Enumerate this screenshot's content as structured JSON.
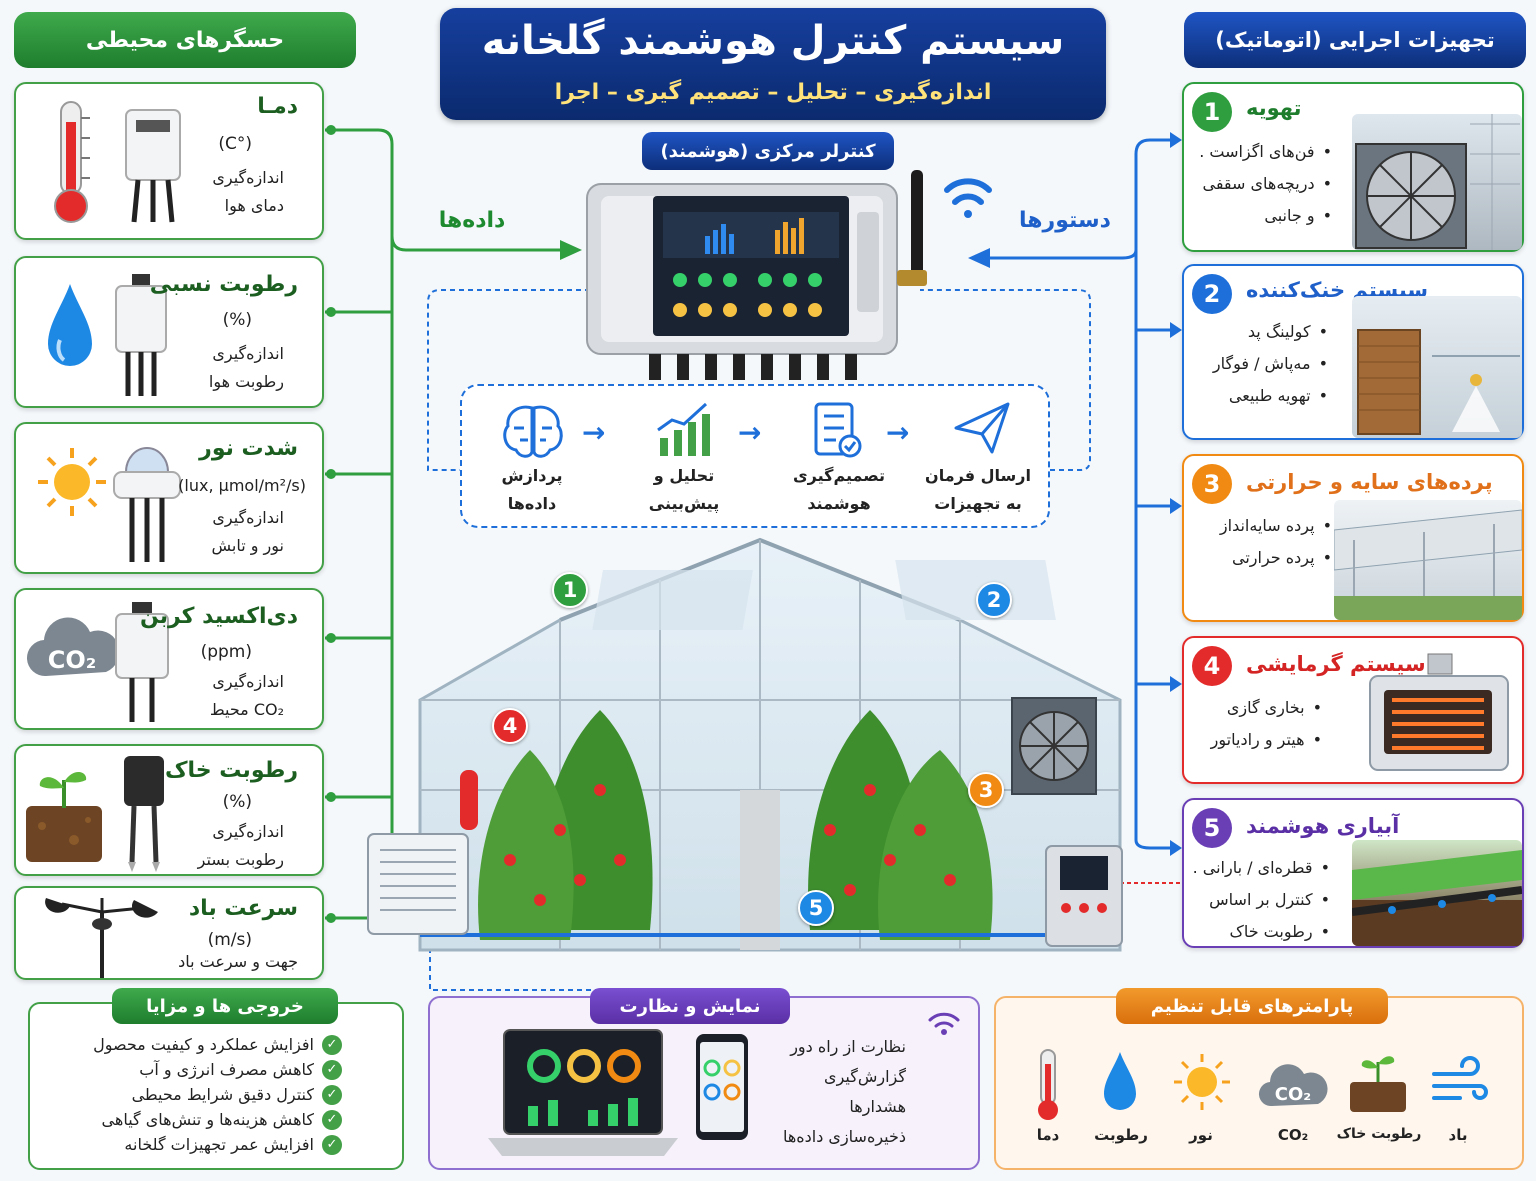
{
  "title": "سیستم کنترل هوشمند گلخانه",
  "subtitle": "اندازه‌گیری – تحلیل – تصمیم گیری – اجرا",
  "sensors_header": "حسگرهای محیطی",
  "actuators_header": "تجهیزات اجرایی (اتوماتیک)",
  "controller_label": "کنترلر مرکزی (هوشمند)",
  "data_label": "داده‌ها",
  "commands_label": "دستورها",
  "sensors": [
    {
      "title": "دمـا",
      "unit": "(°C)",
      "desc1": "اندازه‌گیری",
      "desc2": "دمای هوا"
    },
    {
      "title": "رطوبت نسبی",
      "unit": "(%)",
      "desc1": "اندازه‌گیری",
      "desc2": "رطوبت هوا"
    },
    {
      "title": "شدت نور",
      "unit": "(lux, µmol/m²/s)",
      "desc1": "اندازه‌گیری",
      "desc2": "نور و تابش"
    },
    {
      "title": "دی‌اکسید کربن",
      "unit": "(ppm)",
      "desc1": "اندازه‌گیری",
      "desc2": "CO₂ محیط"
    },
    {
      "title": "رطوبت خاک",
      "unit": "(%)",
      "desc1": "اندازه‌گیری",
      "desc2": "رطوبت بستر"
    },
    {
      "title": "سرعت باد",
      "unit": "(m/s)",
      "desc1": "جهت و سرعت باد",
      "desc2": ""
    }
  ],
  "sensor_icons": [
    "thermometer-icon",
    "water-drop-icon",
    "sun-icon",
    "co2-icon",
    "plant-soil-icon",
    "anemometer-icon"
  ],
  "co2_symbol": "CO₂",
  "flow": [
    {
      "l1": "پردازش",
      "l2": "داده‌ها",
      "icon": "brain-icon"
    },
    {
      "l1": "تحلیل و",
      "l2": "پیش‌بینی",
      "icon": "chart-icon"
    },
    {
      "l1": "تصمیم‌گیری",
      "l2": "هوشمند",
      "icon": "checklist-icon"
    },
    {
      "l1": "ارسال فرمان",
      "l2": "به تجهیزات",
      "icon": "send-icon"
    }
  ],
  "actuators": [
    {
      "num": "1",
      "title": "تهویه",
      "color": "#2e9e3f",
      "items": [
        "فن‌های اگزاست .",
        "دریچه‌های سقفی",
        "و جانبی"
      ]
    },
    {
      "num": "2",
      "title": "سیستم خنک‌کننده",
      "color": "#1e6fd9",
      "items": [
        "کولینگ پد",
        "مه‌پاش / فوگار",
        "تهویه طبیعی"
      ]
    },
    {
      "num": "3",
      "title": "پرده‌های سایه و حرارتی",
      "color": "#f08a12",
      "items": [
        "پرده سایه‌انداز",
        "پرده حرارتی"
      ]
    },
    {
      "num": "4",
      "title": "سیستم گرمایشی",
      "color": "#e32b2b",
      "items": [
        "بخاری گازی",
        "هیتر و رادیاتور"
      ]
    },
    {
      "num": "5",
      "title": "آبیاری هوشمند",
      "color": "#6a3fb5",
      "items": [
        "قطره‌ای / بارانی .",
        "کنترل بر اساس",
        "رطوبت خاک"
      ]
    }
  ],
  "benefits_header": "خروجی ها و مزایا",
  "benefits": [
    "افزایش عملکرد و کیفیت محصول",
    "کاهش مصرف انرژی و آب",
    "کنترل دقیق شرایط محیطی",
    "کاهش هزینه‌ها و تنش‌های گیاهی",
    "افزایش عمر تجهیزات گلخانه"
  ],
  "monitor_header": "نمایش و نظارت",
  "monitor_items": [
    "نظارت از راه دور",
    "گزارش‌گیری",
    "هشدارها",
    "ذخیره‌سازی داده‌ها"
  ],
  "params_header": "پارامترهای قابل تنظیم",
  "params": [
    {
      "label": "دما",
      "icon": "thermometer-icon"
    },
    {
      "label": "رطوبت",
      "icon": "water-drop-icon"
    },
    {
      "label": "نور",
      "icon": "sun-icon"
    },
    {
      "label": "CO₂",
      "icon": "co2-icon"
    },
    {
      "label": "رطوبت خاک",
      "icon": "plant-soil-icon"
    },
    {
      "label": "باد",
      "icon": "wind-icon"
    }
  ],
  "colors": {
    "green": "#2e9e3f",
    "navy": "#0d2f7a",
    "blue": "#1e6fd9",
    "orange": "#f08a12",
    "red": "#e32b2b",
    "purple": "#6a3fb5"
  }
}
